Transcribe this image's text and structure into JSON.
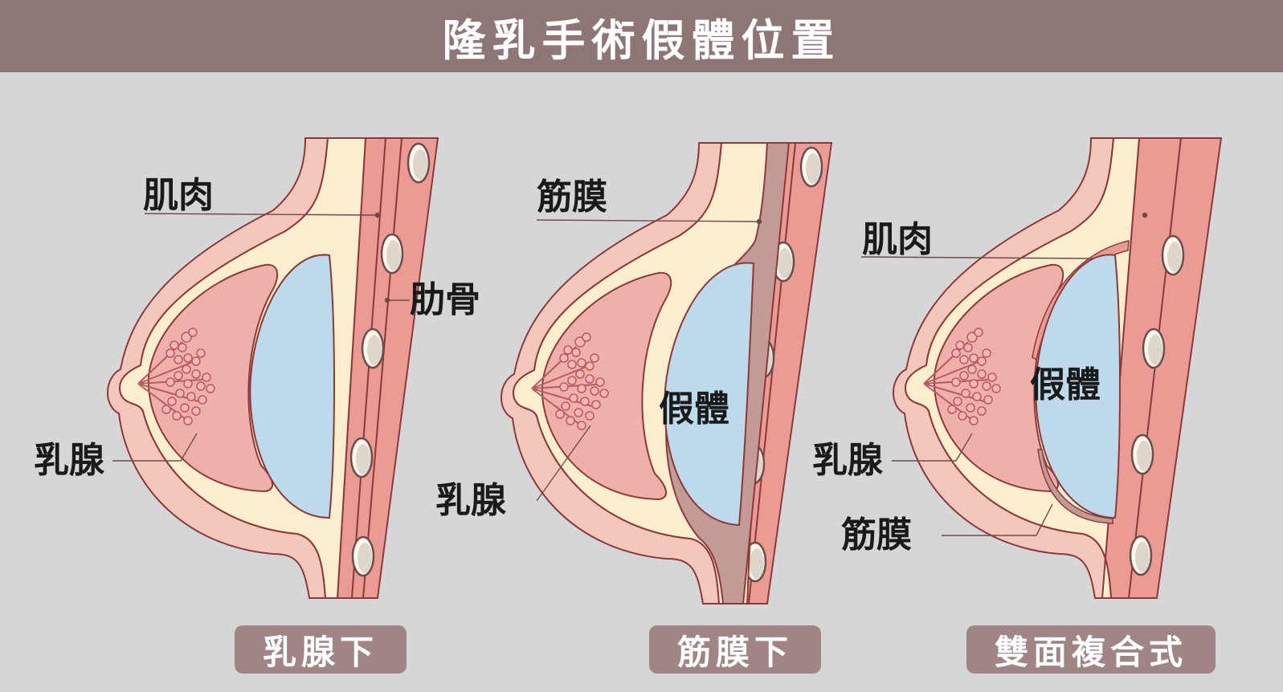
{
  "title": "隆乳手術假體位置",
  "panels": [
    {
      "caption": "乳腺下",
      "labels": {
        "muscle": "肌肉",
        "rib": "肋骨",
        "gland": "乳腺"
      }
    },
    {
      "caption": "筋膜下",
      "labels": {
        "fascia": "筋膜",
        "implant": "假體",
        "gland": "乳腺"
      }
    },
    {
      "caption": "雙面複合式",
      "labels": {
        "muscle": "肌肉",
        "implant": "假體",
        "gland": "乳腺",
        "fascia": "筋膜"
      }
    }
  ],
  "colors": {
    "header": "#8e7676",
    "caption_bg": "#a08585",
    "background": "#d6d6d8",
    "skin": "#f4c7bd",
    "fat": "#fdedcf",
    "gland": "#f0b0aa",
    "implant": "#bed9ea",
    "muscle": "#ea9c94",
    "fascia": "#c49a96",
    "rib": "#ddd6cc"
  }
}
